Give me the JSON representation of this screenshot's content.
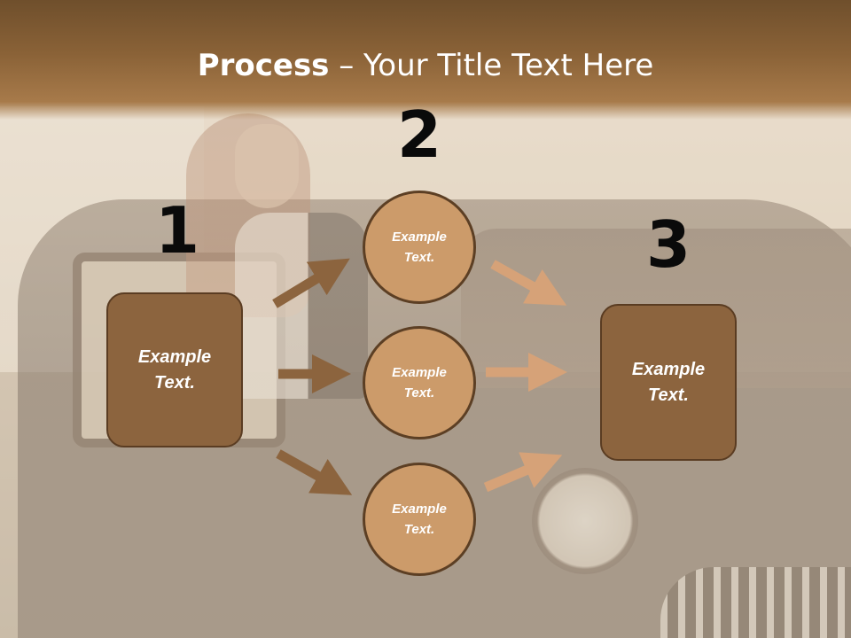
{
  "title": {
    "bold": "Process",
    "rest": " – Your Title Text Here"
  },
  "steps": [
    "1",
    "2",
    "3"
  ],
  "boxes": {
    "left": "Example Text.",
    "right": "Example Text."
  },
  "circles": [
    "Example Text.",
    "Example Text.",
    "Example Text."
  ],
  "colors": {
    "box_fill": "#8c643e",
    "circle_fill": "#cc9b6a",
    "arrow_left": "#8c643e",
    "arrow_right": "#d6a278",
    "title_band": "#8a6237"
  }
}
